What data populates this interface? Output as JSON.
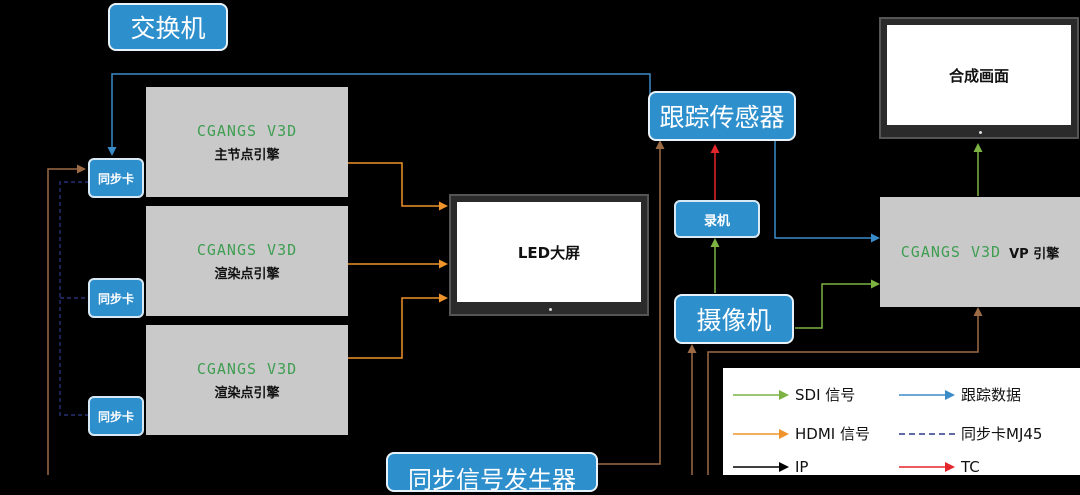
{
  "nodes": {
    "switch": "交换机",
    "tracking_sensor": "跟踪传感器",
    "composite": "合成画面",
    "recorder": "录机",
    "camera": "摄像机",
    "led_screen": "LED大屏",
    "sync_generator": "同步信号发生器",
    "sync_card": "同步卡",
    "brand": "CGANGS V3D",
    "main_engine": "主节点引擎",
    "render_engine": "渲染点引擎",
    "vp_engine": "VP 引擎"
  },
  "legend": [
    {
      "label": "SDI 信号",
      "color": "#7cb342",
      "style": "solid"
    },
    {
      "label": "跟踪数据",
      "color": "#3a8cc8",
      "style": "solid"
    },
    {
      "label": "HDMI 信号",
      "color": "#f0932b",
      "style": "solid"
    },
    {
      "label": "同步卡MJ45",
      "color": "#2c3a8c",
      "style": "dashed"
    },
    {
      "label": "IP",
      "color": "#000000",
      "style": "solid"
    },
    {
      "label": "TC",
      "color": "#e3262b",
      "style": "solid"
    }
  ],
  "colors": {
    "sdi": "#7cb342",
    "tracking": "#3a8cc8",
    "hdmi": "#f0932b",
    "sync_dash": "#2c3a8c",
    "ip": "#000000",
    "tc": "#e3262b",
    "ref": "#9c6b45",
    "box_blue": "#2e8fcd",
    "engine_gray": "#c9c9c9",
    "brand_green": "#3f9e52"
  }
}
